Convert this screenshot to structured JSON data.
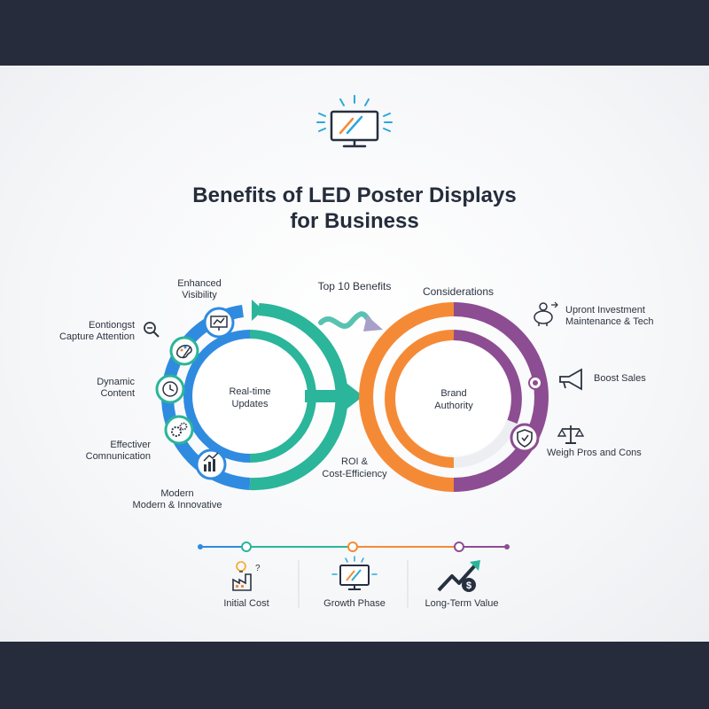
{
  "header": {
    "icon": "led-monitor-icon",
    "title_line1": "Benefits of LED Poster Displays",
    "title_line2": "for Business"
  },
  "left_cycle": {
    "center_line1": "Real-time",
    "center_line2": "Updates",
    "colors": {
      "outer_blue": "#2f8be0",
      "outer_teal": "#2bb59a",
      "inner_blue": "#2f8be0",
      "inner_teal": "#2bb59a"
    },
    "nodes": [
      {
        "label_line1": "Enhanced",
        "label_line2": "Visibility",
        "icon": "presentation-icon"
      },
      {
        "label_line1": "Eontiongst",
        "label_line2": "Capture Attention",
        "icon": "magnifier-icon"
      },
      {
        "label_line1": "",
        "label_line2": "",
        "icon": "palette-icon"
      },
      {
        "label_line1": "Dynamic",
        "label_line2": "Content",
        "icon": "clock-icon"
      },
      {
        "label_line1": "Effectiver",
        "label_line2": "Comnunication",
        "icon": "gears-icon"
      },
      {
        "label_line1": "Modern",
        "label_line2": "Modern & Innovative",
        "icon": "growth-chart-icon"
      }
    ]
  },
  "middle": {
    "top_label": "Top 10 Benefits",
    "bottom_line1": "ROI &",
    "bottom_line2": "Cost-Efficiency"
  },
  "right_cycle": {
    "heading": "Considerations",
    "center_line1": "Brand",
    "center_line2": "Authority",
    "colors": {
      "orange": "#f58a36",
      "purple": "#8d4d92"
    },
    "nodes": [
      {
        "label_line1": "Upront Investment",
        "label_line2": "Maintenance & Tech",
        "icon": "piggy-bank-icon"
      },
      {
        "label_line1": "Boost Sales",
        "label_line2": "",
        "icon": "megaphone-icon"
      },
      {
        "label_line1": "Weigh Pros and Cons",
        "label_line2": "",
        "icon": "scales-icon"
      },
      {
        "label_line1": "",
        "label_line2": "",
        "icon": "shield-icon"
      }
    ]
  },
  "timeline": {
    "stages": [
      {
        "label": "Initial Cost",
        "icon": "factory-idea-icon"
      },
      {
        "label": "Growth Phase",
        "icon": "led-monitor-icon"
      },
      {
        "label": "Long-Term Value",
        "icon": "dollar-growth-icon"
      }
    ],
    "colors": [
      "#2f8be0",
      "#2bb59a",
      "#f58a36",
      "#8d4d92"
    ]
  }
}
